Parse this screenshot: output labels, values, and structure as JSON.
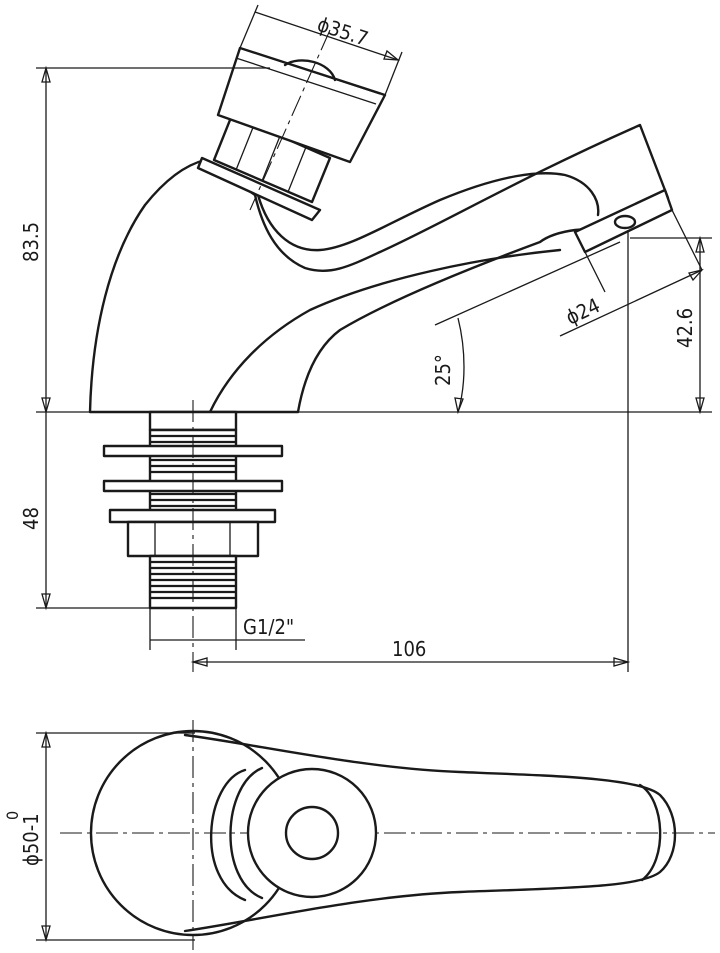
{
  "title": "",
  "dimensions": {
    "handle_diameter": "ϕ35.7",
    "total_height": "83.5",
    "spout_outlet_diameter": "ϕ24",
    "spout_height": "42.6",
    "spout_angle": "25°",
    "thread_length": "48",
    "thread_size": "G1/2\"",
    "spout_reach": "106",
    "base_diameter": "ϕ50-1",
    "base_diameter_tolerance": "0"
  },
  "views": [
    "side-view",
    "top-view"
  ]
}
